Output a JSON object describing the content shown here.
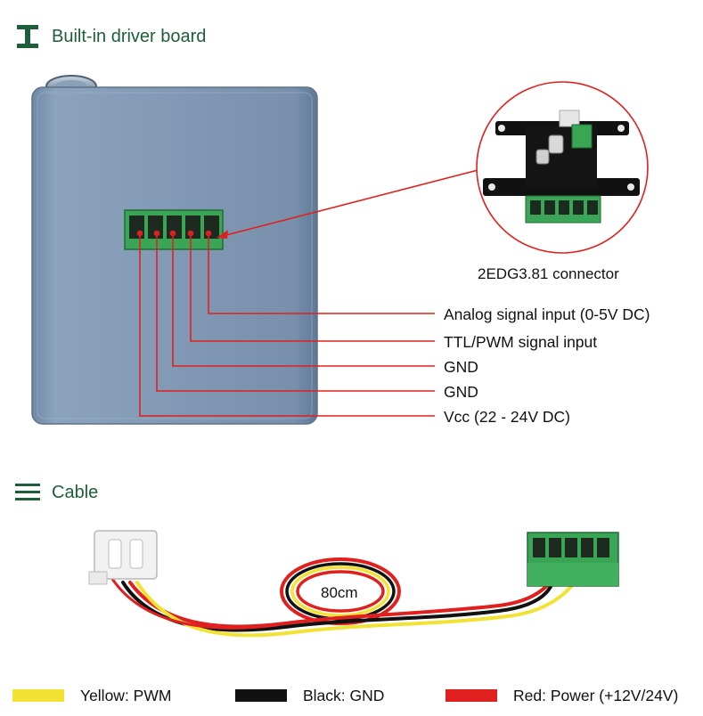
{
  "sections": {
    "driver_title": "Built-in driver board",
    "cable_title": "Cable"
  },
  "connector": {
    "name": "2EDG3.81 connector",
    "pins": [
      {
        "label": "Analog signal input (0-5V DC)"
      },
      {
        "label": "TTL/PWM signal input"
      },
      {
        "label": "GND"
      },
      {
        "label": "GND"
      },
      {
        "label": "Vcc (22 - 24V DC)"
      }
    ]
  },
  "cable": {
    "length": "80cm"
  },
  "legend": [
    {
      "color": "#f2e233",
      "label": "Yellow: PWM"
    },
    {
      "color": "#111111",
      "label": "Black: GND"
    },
    {
      "color": "#e0201e",
      "label": "Red: Power (+12V/24V)"
    }
  ],
  "colors": {
    "accent": "#1e5e3a",
    "callout_line": "#e0201e",
    "terminal_green": "#3aa655",
    "housing": "#7e98b4"
  }
}
